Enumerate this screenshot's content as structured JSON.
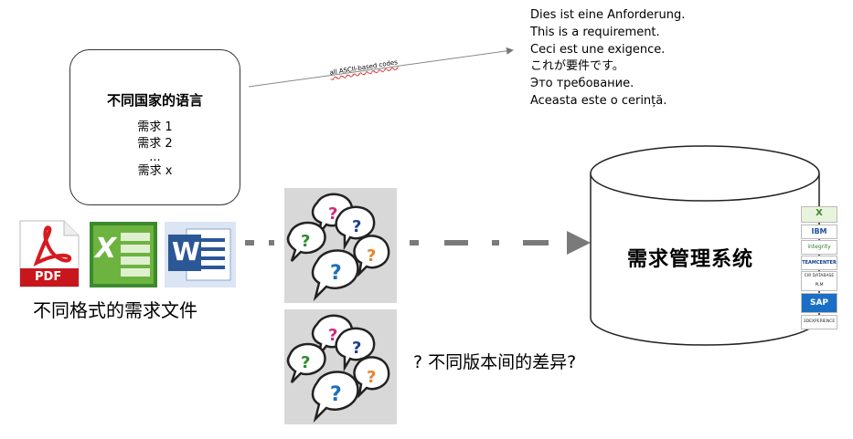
{
  "lang_box": {
    "title": "不同国家的语言",
    "items": [
      "需求 1",
      "需求 2",
      "...",
      "需求 x"
    ]
  },
  "arrow_label": "all ASCII-based codes",
  "translations": [
    "Dies ist eine Anforderung.",
    "This is a requirement.",
    "Ceci est une exigence.",
    "これが要件です。",
    "Это требование.",
    "Aceasta este o cerință."
  ],
  "documents": {
    "caption": "不同格式的需求文件",
    "pdf_label": "PDF",
    "excel_label": "X",
    "word_label": "W"
  },
  "database": {
    "title": "需求管理系统"
  },
  "diff_caption": "? 不同版本间的差异?",
  "tool_logos": [
    "X",
    "IBM",
    "integrity",
    "TEAMCENTER",
    "CIR DATABASE PLM",
    "SAP",
    "3DEXPERIENCE"
  ]
}
